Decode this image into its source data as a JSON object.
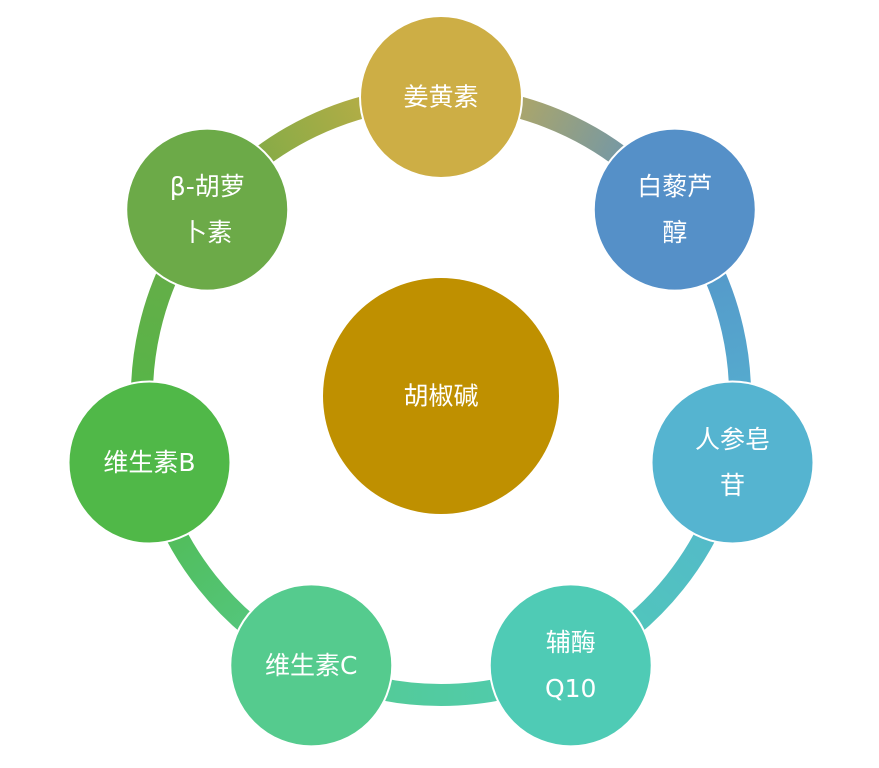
{
  "center": {
    "label": "胡椒碱",
    "color": "#BF9000"
  },
  "nodes": [
    {
      "lines": [
        "姜黄素"
      ],
      "color": "#CDAE45"
    },
    {
      "lines": [
        "白藜芦",
        "醇"
      ],
      "color": "#5590C8"
    },
    {
      "lines": [
        "人参皂",
        "苷"
      ],
      "color": "#55B4D0"
    },
    {
      "lines": [
        "辅酶",
        "Q10"
      ],
      "color": "#4FCBB5"
    },
    {
      "lines": [
        "维生素C"
      ],
      "color": "#55CB8E"
    },
    {
      "lines": [
        "维生素B"
      ],
      "color": "#50B848"
    },
    {
      "lines": [
        "β-胡萝",
        "卜素"
      ],
      "color": "#6CAA48"
    }
  ]
}
